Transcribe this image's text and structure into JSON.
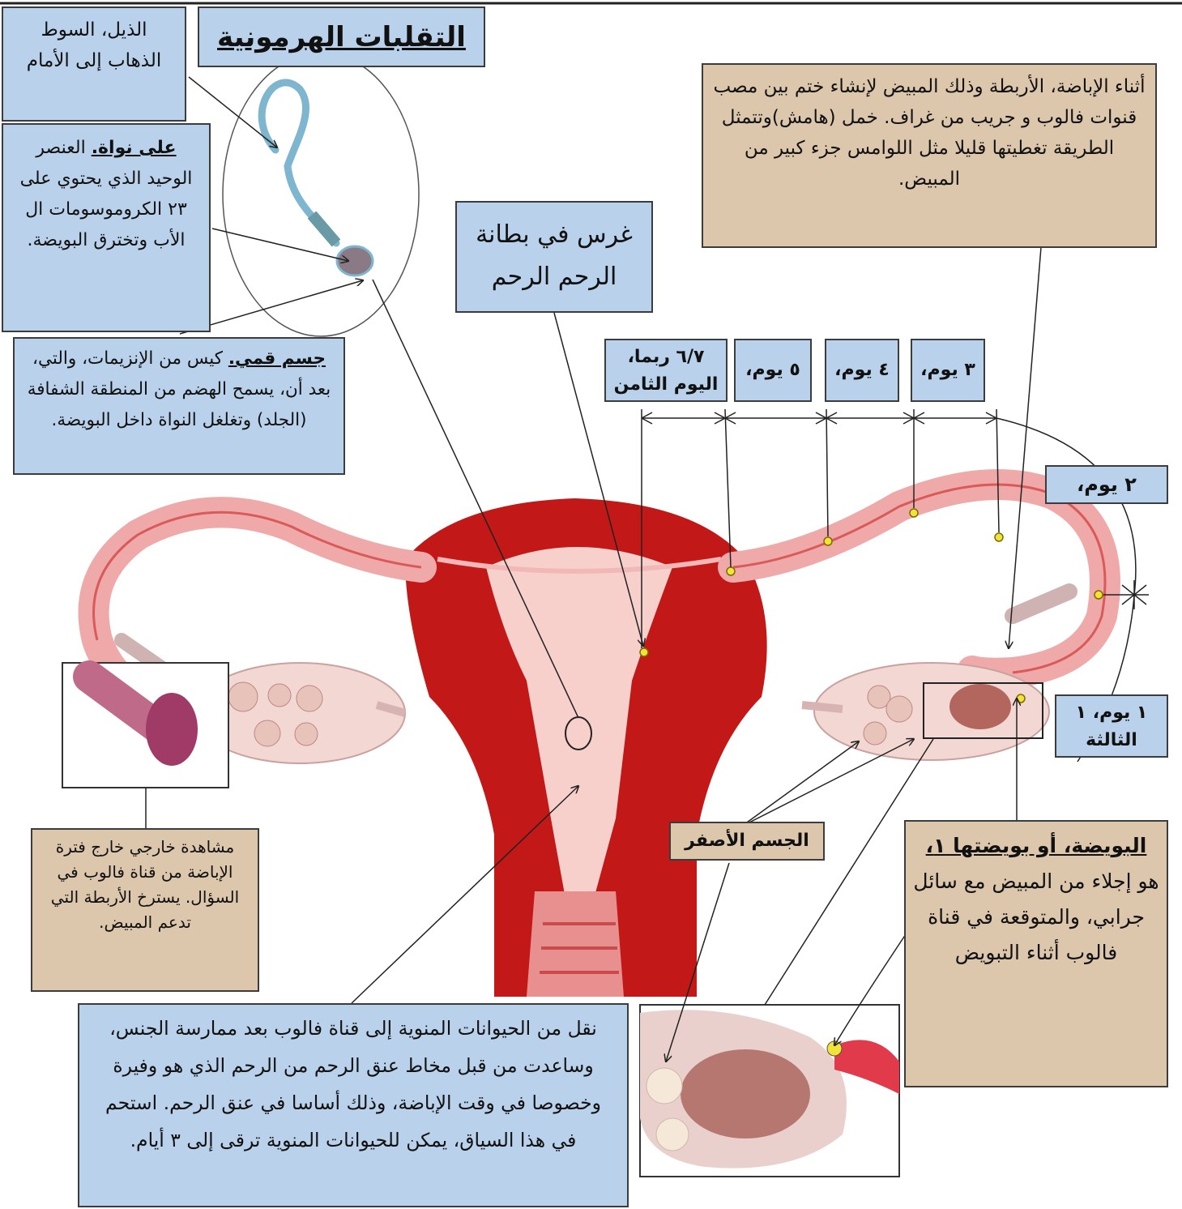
{
  "title": "التقلبات الهرمونية",
  "labels": {
    "tail_note": "الذيل، السوط الذهاب إلى الأمام",
    "nucleus_term": "على نواة.",
    "nucleus_text": "العنصر الوحيد الذي يحتوي على ٢٣ الكروموسومات ال الأب وتخترق البويضة.",
    "acrosome_term": "جسم قمي.",
    "acrosome_text": "كيس من الإنزيمات، والتي، بعد أن، يسمح الهضم من المنطقة الشفافة (الجلد) وتغلغل النواة داخل البويضة.",
    "implant": "غرس في بطانة الرحم الرحم",
    "ovulation_note": "أثناء الإباضة، الأربطة وذلك المبيض لإنشاء ختم بين مصب قنوات فالوب و جريب من غراف. خمل (هامش)وتتمثل الطريقة تغطيتها قليلا مثل اللوامس جزء كبير من المبيض.",
    "day_67": "٦/٧ ربما، اليوم الثامن",
    "day_5": "٥ يوم،",
    "day_4": "٤ يوم،",
    "day_3": "٣ يوم،",
    "day_2": "٢ يوم،",
    "day_1": "١ يوم، ١ الثالثة",
    "external_view": "مشاهدة خارجي خارج فترة الإباضة من قناة فالوب في السؤال. يسترخ الأربطة التي تدعم المبيض.",
    "corpus_luteum": "الجسم الأصفر",
    "ovum_term": "البويضة، أو بويضتها ١،",
    "ovum_text": "هو إجلاء من المبيض مع سائل جرابي، والمتوقعة في قناة فالوب أثناء التبويض",
    "sperm_transport": "نقل من الحيوانات المنوية إلى قناة فالوب بعد ممارسة الجنس، وساعدت من قبل مخاط عنق الرحم من الرحم الذي هو وفيرة وخصوصا في وقت الإباضة، وذلك أساسا في عنق الرحم. استحم في هذا السياق، يمكن للحيوانات المنوية ترقى إلى ٣ أيام."
  },
  "colors": {
    "label_blue": "#b9d1ea",
    "label_tan": "#dcc7ad",
    "uterus_red": "#c21818",
    "tube_pink": "#f2b8b8",
    "endometrium": "#f7cfcb",
    "marker_yellow": "#f2e23a"
  },
  "icons": [
    "sperm-illustration",
    "uterus-illustration",
    "ovary-illustration",
    "fimbria-illustration",
    "follicle-illustration"
  ]
}
